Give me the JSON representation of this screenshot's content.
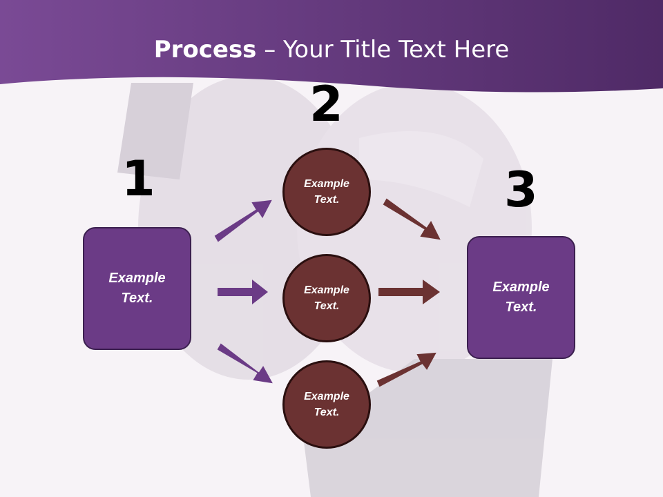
{
  "title": {
    "bold": "Process",
    "rest": " – Your Title Text Here"
  },
  "steps": {
    "one": "1",
    "two": "2",
    "three": "3"
  },
  "left_box": {
    "text": "Example Text."
  },
  "right_box": {
    "text": "Example Text."
  },
  "circles": [
    {
      "text": "Example Text."
    },
    {
      "text": "Example Text."
    },
    {
      "text": "Example Text."
    }
  ],
  "colors": {
    "header": "#5a2d78",
    "box": "#6b3b86",
    "circle": "#6b3232",
    "arrow_left": "#6b3b86",
    "arrow_right": "#6b3232"
  }
}
